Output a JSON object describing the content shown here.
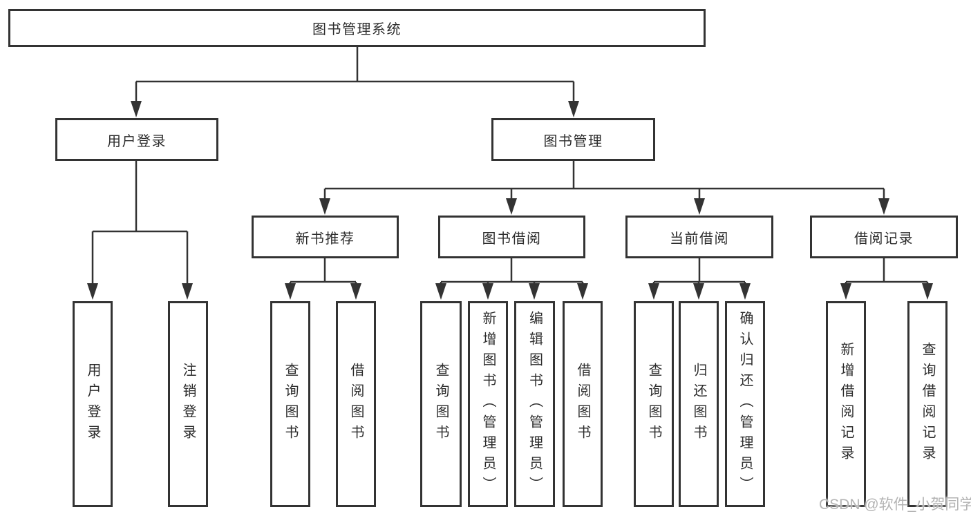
{
  "diagram": {
    "root": {
      "label": "图书管理系统"
    },
    "level2": [
      {
        "label": "用户登录"
      },
      {
        "label": "图书管理"
      }
    ],
    "level3": [
      {
        "label": "新书推荐"
      },
      {
        "label": "图书借阅"
      },
      {
        "label": "当前借阅"
      },
      {
        "label": "借阅记录"
      }
    ],
    "leaves": {
      "user_login": [
        "用户登录",
        "注销登录"
      ],
      "new_book": [
        "查询图书",
        "借阅图书"
      ],
      "book_borrow": [
        "查询图书",
        "新增图书（管理员）",
        "编辑图书（管理员）",
        "借阅图书"
      ],
      "current_borrow": [
        "查询图书",
        "归还图书",
        "确认归还（管理员）"
      ],
      "records": [
        "新增借阅记录",
        "查询借阅记录"
      ]
    },
    "watermark": "CSDN @软件_小贺同学"
  },
  "colors": {
    "line": "#333333",
    "text": "#2d2d2d",
    "watermark": "#b3b3b3",
    "background": "#ffffff"
  }
}
